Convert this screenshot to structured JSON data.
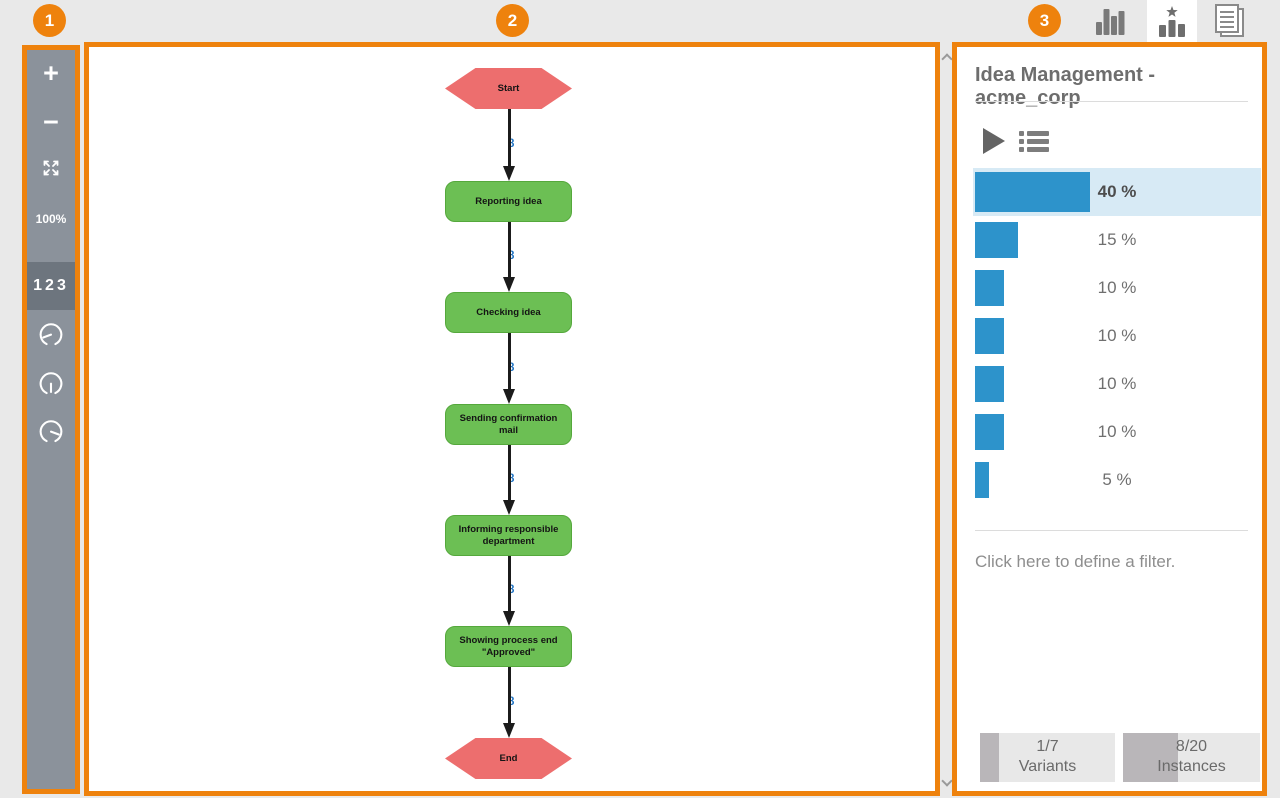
{
  "annotations": {
    "badges": [
      "1",
      "2",
      "3"
    ],
    "highlight_color": "#ee820d"
  },
  "top_tabs": {
    "tabs": [
      {
        "name": "statistics",
        "icon": "bar-chart-icon",
        "selected": false
      },
      {
        "name": "variants",
        "icon": "starred-bars-icon",
        "selected": true
      },
      {
        "name": "cases",
        "icon": "documents-icon",
        "selected": false
      }
    ]
  },
  "toolbar": {
    "zoom_in_label": "+",
    "zoom_out_label": "−",
    "zoom_level": "100%",
    "frequency_toggle_label": "123",
    "gauges": [
      "gauge-low",
      "gauge-medium",
      "gauge-high"
    ]
  },
  "canvas": {
    "nodes": [
      {
        "type": "start",
        "label": "Start"
      },
      {
        "type": "activity",
        "label": "Reporting idea"
      },
      {
        "type": "activity",
        "label": "Checking idea"
      },
      {
        "type": "activity",
        "label": "Sending confirmation mail"
      },
      {
        "type": "activity",
        "label": "Informing responsible department"
      },
      {
        "type": "activity",
        "label": "Showing process end \"Approved\""
      },
      {
        "type": "end",
        "label": "End"
      }
    ],
    "edges": [
      {
        "label": "8"
      },
      {
        "label": "8"
      },
      {
        "label": "8"
      },
      {
        "label": "8"
      },
      {
        "label": "8"
      },
      {
        "label": "8"
      }
    ],
    "node_colors": {
      "start_end": "#ed6e6e",
      "activity": "#6cbf54"
    }
  },
  "panel": {
    "title": "Idea Management - acme_corp",
    "variant_rows": [
      {
        "pct": 40,
        "label": "40 %",
        "selected": true
      },
      {
        "pct": 15,
        "label": "15 %",
        "selected": false
      },
      {
        "pct": 10,
        "label": "10 %",
        "selected": false
      },
      {
        "pct": 10,
        "label": "10 %",
        "selected": false
      },
      {
        "pct": 10,
        "label": "10 %",
        "selected": false
      },
      {
        "pct": 10,
        "label": "10 %",
        "selected": false
      },
      {
        "pct": 5,
        "label": "5 %",
        "selected": false
      }
    ],
    "bar_color": "#2d93cb",
    "selected_row_bg": "#d7eaf5",
    "filter_text": "Click here to define a filter.",
    "stats": [
      {
        "value": "1/7",
        "label": "Variants",
        "fill_pct": 14
      },
      {
        "value": "8/20",
        "label": "Instances",
        "fill_pct": 40
      }
    ]
  },
  "chart_data": {
    "type": "bar",
    "orientation": "horizontal",
    "values": [
      40,
      15,
      10,
      10,
      10,
      10,
      5
    ],
    "value_labels": [
      "40 %",
      "15 %",
      "10 %",
      "10 %",
      "10 %",
      "10 %",
      "5 %"
    ],
    "unit": "%",
    "selected_index": 0,
    "bar_color": "#2d93cb"
  }
}
